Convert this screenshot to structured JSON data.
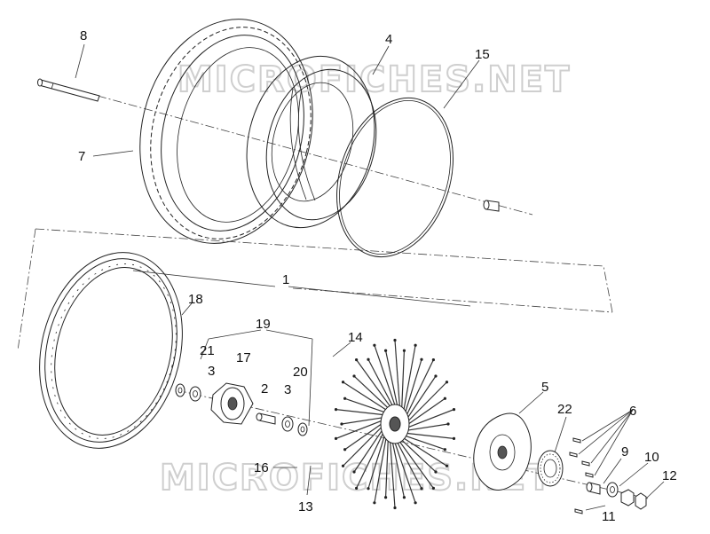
{
  "watermarks": [
    "MICROFICHES.NET",
    "MICROFICHES.NET"
  ],
  "callouts": [
    {
      "id": "c1",
      "text": "1"
    },
    {
      "id": "c2",
      "text": "2"
    },
    {
      "id": "c3a",
      "text": "3"
    },
    {
      "id": "c3b",
      "text": "3"
    },
    {
      "id": "c4",
      "text": "4"
    },
    {
      "id": "c5",
      "text": "5"
    },
    {
      "id": "c6",
      "text": "6"
    },
    {
      "id": "c7",
      "text": "7"
    },
    {
      "id": "c8",
      "text": "8"
    },
    {
      "id": "c9",
      "text": "9"
    },
    {
      "id": "c10",
      "text": "10"
    },
    {
      "id": "c11",
      "text": "11"
    },
    {
      "id": "c12",
      "text": "12"
    },
    {
      "id": "c13",
      "text": "13"
    },
    {
      "id": "c14",
      "text": "14"
    },
    {
      "id": "c15",
      "text": "15"
    },
    {
      "id": "c16",
      "text": "16"
    },
    {
      "id": "c17",
      "text": "17"
    },
    {
      "id": "c18",
      "text": "18"
    },
    {
      "id": "c19",
      "text": "19"
    },
    {
      "id": "c20",
      "text": "20"
    },
    {
      "id": "c21",
      "text": "21"
    },
    {
      "id": "c22",
      "text": "22"
    }
  ]
}
